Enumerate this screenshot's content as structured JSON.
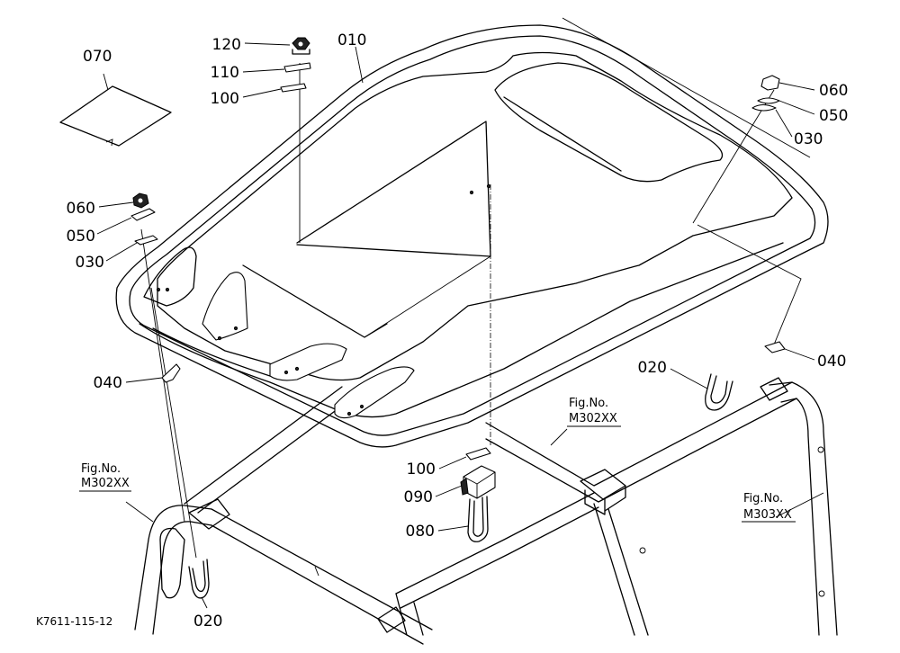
{
  "callouts": {
    "c120": "120",
    "c110": "110",
    "c100_top": "100",
    "c010": "010",
    "c070": "070",
    "c060_left": "060",
    "c050_left": "050",
    "c030_left": "030",
    "c040_left": "040",
    "c060_right": "060",
    "c050_right": "050",
    "c030_right": "030",
    "c040_right": "040",
    "c020_right": "020",
    "c100_mid": "100",
    "c090": "090",
    "c080": "080",
    "c020_bottom": "020"
  },
  "figure_refs": {
    "left": {
      "prefix": "Fig.No.",
      "number": "M302XX"
    },
    "center": {
      "prefix": "Fig.No.",
      "number": "M302XX"
    },
    "right": {
      "prefix": "Fig.No.",
      "number": "M303XX"
    }
  },
  "drawing_code": "K7611-115-12"
}
